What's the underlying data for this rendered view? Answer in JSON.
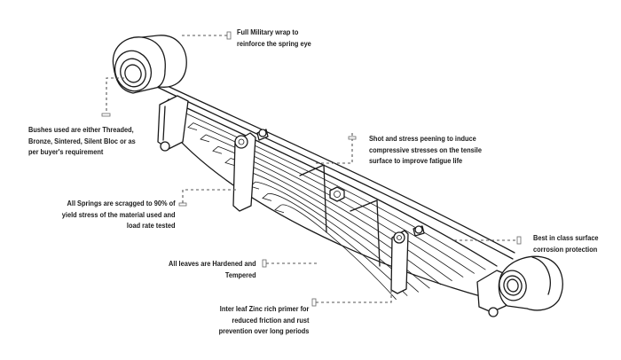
{
  "diagram": {
    "subject": "Leaf spring assembly",
    "annotations": [
      {
        "id": "military-wrap",
        "lines": [
          "Full Military wrap to",
          "reinforce the spring eye"
        ]
      },
      {
        "id": "bushes",
        "lines": [
          "Bushes used are either Threaded,",
          "Bronze, Sintered, Silent Bloc or as",
          "per buyer's requirement"
        ]
      },
      {
        "id": "shot-peening",
        "lines": [
          "Shot and stress peening to induce",
          "compressive stresses on the tensile",
          "surface to improve fatigue life"
        ]
      },
      {
        "id": "scragged",
        "lines": [
          "All Springs are scragged to 90% of",
          "yield stress of the material used and",
          "load rate tested"
        ]
      },
      {
        "id": "corrosion",
        "lines": [
          "Best in class surface",
          "corrosion protection"
        ]
      },
      {
        "id": "hardened",
        "lines": [
          "All leaves are Hardened and",
          "Tempered"
        ]
      },
      {
        "id": "zinc-primer",
        "lines": [
          "Inter leaf Zinc rich primer for",
          "reduced friction and rust",
          "prevention over long periods"
        ]
      }
    ]
  }
}
